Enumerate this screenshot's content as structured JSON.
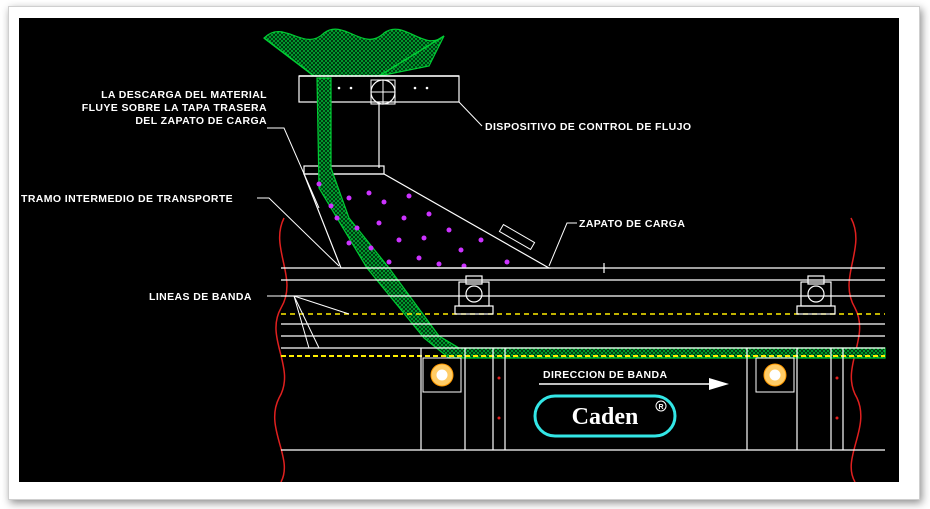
{
  "labels": {
    "discharge_line1": "LA DESCARGA DEL MATERIAL",
    "discharge_line2": "FLUYE SOBRE LA TAPA TRASERA",
    "discharge_line3": "DEL ZAPATO DE CARGA",
    "flow_control": "DISPOSITIVO DE CONTROL DE FLUJO",
    "intermediate": "TRAMO INTERMEDIO DE TRANSPORTE",
    "loading_shoe": "ZAPATO DE CARGA",
    "belt_lines": "LINEAS DE BANDA",
    "belt_direction": "DIRECCION DE BANDA"
  },
  "logo": {
    "text": "Caden",
    "mark": "R"
  },
  "colors": {
    "background": "#000000",
    "lines": "#ffffff",
    "material": "#00cc33",
    "particles": "#cc33ff",
    "belt_dashed": "#ffee00",
    "break_lines": "#e0201f",
    "logo_border": "#33e6e6"
  }
}
